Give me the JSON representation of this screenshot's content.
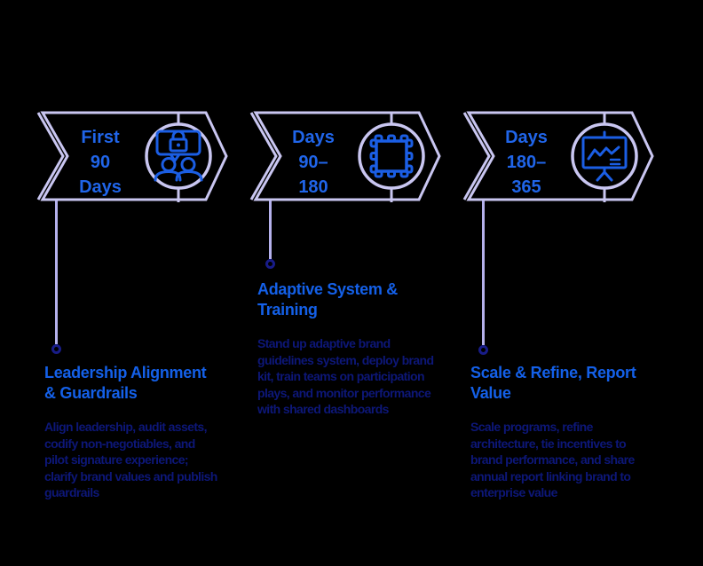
{
  "canvas": {
    "background": "#000000"
  },
  "colors": {
    "banner_outline": "#c9c6f1",
    "connector_line": "#b5b1ec",
    "stage_label_blue": "#2065e9",
    "icon_blue": "#1b5ee4",
    "title_blue": "#1460e8",
    "body_navy": "#0d1778",
    "dot_ring_navy": "#181c88"
  },
  "stages": [
    {
      "id": "first-90-days",
      "label_lines": [
        "First",
        "90",
        "Days"
      ],
      "icon": "team-lock-chat-icon",
      "callout": {
        "title_lines": [
          "Leadership Alignment",
          "& Guardrails"
        ],
        "body_lines": [
          "Align leadership, audit assets,",
          "codify non-negotiables, and",
          "pilot signature experience;",
          "clarify brand values and publish",
          "guardrails"
        ]
      }
    },
    {
      "id": "days-90-180",
      "label_lines": [
        "Days",
        "90–",
        "180"
      ],
      "icon": "chip-icon",
      "callout": {
        "title_lines": [
          "Adaptive System &",
          "Training"
        ],
        "body_lines": [
          "Stand up adaptive brand",
          "guidelines system, deploy brand",
          "kit, train teams on participation",
          "plays, and monitor performance",
          "with shared dashboards"
        ]
      }
    },
    {
      "id": "days-180-365",
      "label_lines": [
        "Days",
        "180–",
        "365"
      ],
      "icon": "presentation-chart-icon",
      "callout": {
        "title_lines": [
          "Scale & Refine, Report",
          "Value"
        ],
        "body_lines": [
          "Scale programs, refine",
          "architecture, tie incentives to",
          "brand performance, and share",
          "annual report linking brand to",
          "enterprise value"
        ]
      }
    }
  ]
}
